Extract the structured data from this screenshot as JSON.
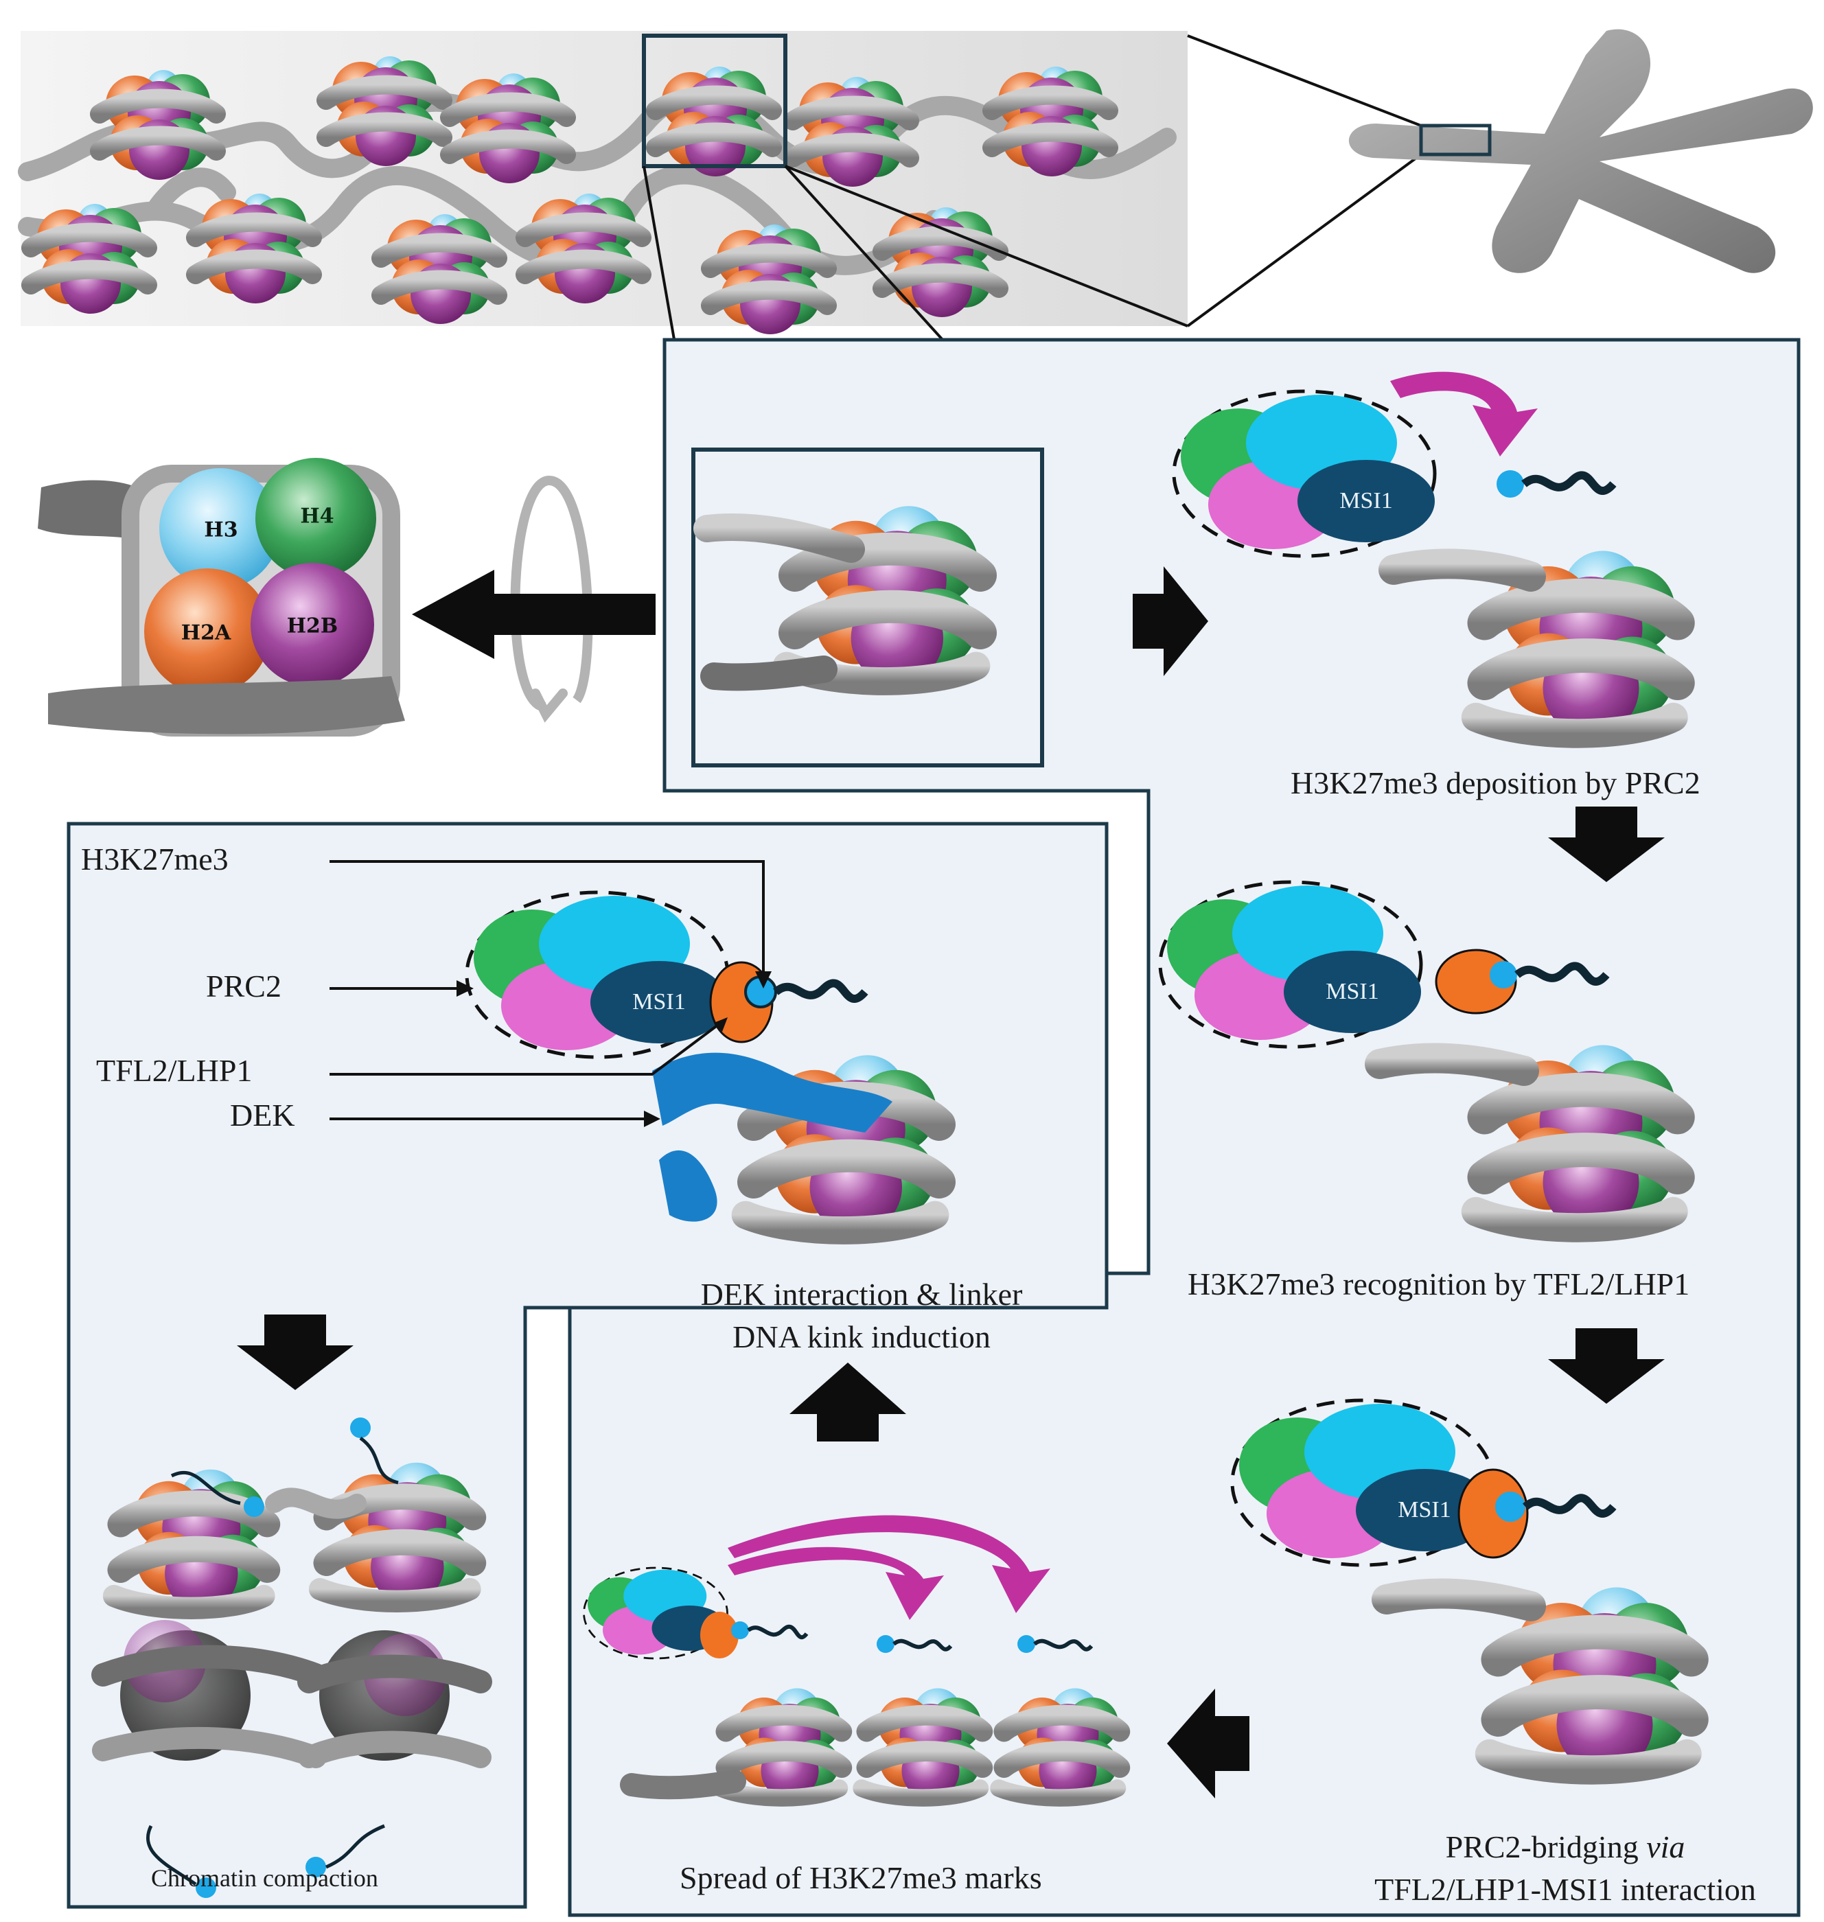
{
  "histones": {
    "h3": "H3",
    "h4": "H4",
    "h2a": "H2A",
    "h2b": "H2B"
  },
  "protein_labels": {
    "msi1": "MSI1"
  },
  "side_labels": {
    "h3k27me3": "H3K27me3",
    "prc2": "PRC2",
    "tfl2_lhp1": "TFL2/LHP1",
    "dek": "DEK"
  },
  "captions": {
    "deposition": "H3K27me3 deposition by PRC2",
    "recognition": "H3K27me3 recognition by TFL2/LHP1",
    "bridging_line1_prefix": "PRC2-bridging ",
    "bridging_line1_italic": "via",
    "bridging_line2": "TFL2/LHP1-MSI1 interaction",
    "spread": "Spread of H3K27me3 marks",
    "dek_line1": "DEK interaction & linker",
    "dek_line2": "DNA kink induction",
    "compaction": "Chromatin compaction"
  },
  "colors": {
    "h3": "#7fd3f0",
    "h4": "#3aa35a",
    "h2a": "#e8743a",
    "h2b": "#a0469e",
    "dna": "#a9a9a9",
    "panel_bg": "#edf2f8",
    "panel_border": "#1c3a4a",
    "prc2_green": "#2fb55a",
    "prc2_cyan": "#19c3ec",
    "prc2_pink": "#e26ad0",
    "msi1": "#124a6e",
    "lhp1": "#f07323",
    "dek": "#1a7fc9",
    "me3_dot": "#1ea9e8",
    "magenta_arrow": "#c0319f",
    "arrow_black": "#0d0d0d"
  }
}
